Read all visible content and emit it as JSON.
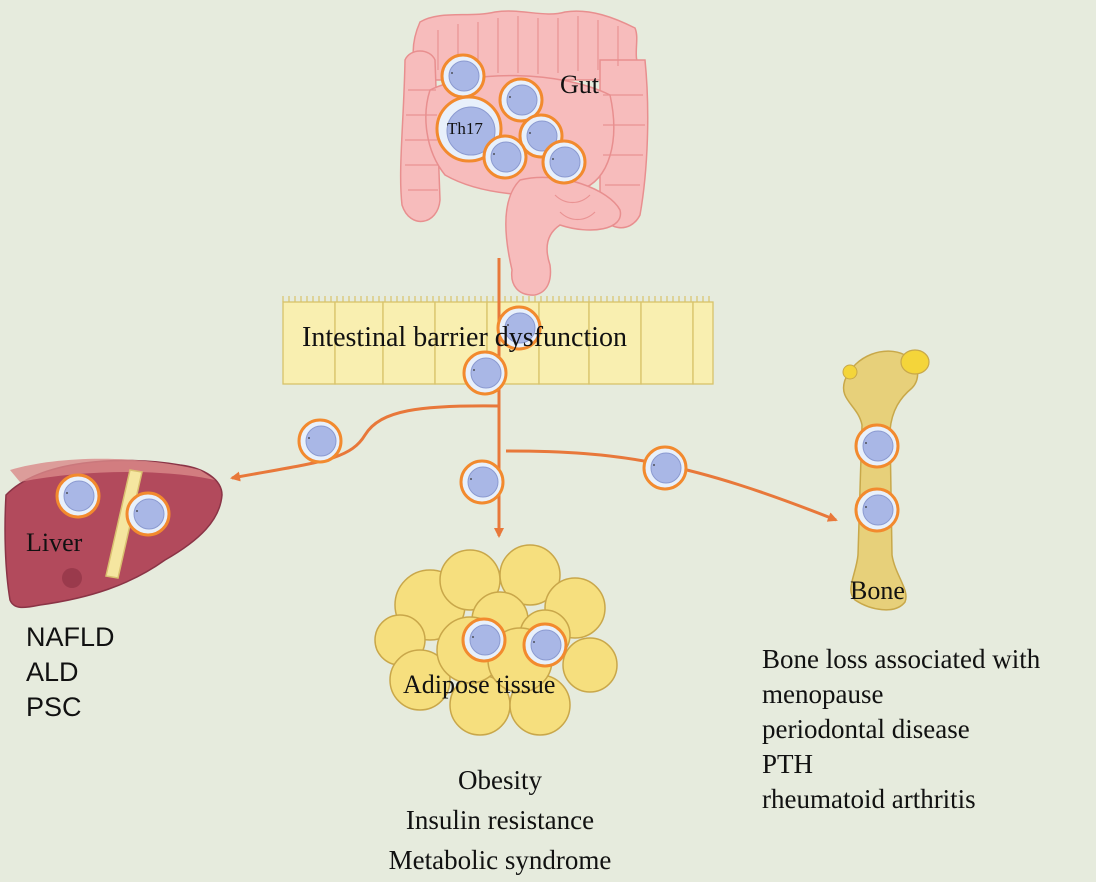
{
  "labels": {
    "gut": "Gut",
    "th17": "Th17",
    "barrier": "Intestinal barrier dysfunction",
    "liver": "Liver",
    "adipose": "Adipose tissue",
    "bone": "Bone"
  },
  "liver_diseases": [
    "NAFLD",
    "ALD",
    "PSC"
  ],
  "adipose_diseases": [
    "Obesity",
    "Insulin resistance",
    "Metabolic syndrome"
  ],
  "bone_diseases": [
    "Bone loss associated with",
    "menopause",
    "periodontal disease",
    "PTH",
    "rheumatoid arthritis"
  ],
  "colors": {
    "background": "#e6ebdd",
    "arrow": "#e8783a",
    "gut": "#f7bcbc",
    "gut_outline": "#e88f8f",
    "barrier_cell": "#f9efb0",
    "liver": "#b24a5c",
    "adipocyte": "#f6df7e",
    "bone": "#e7d07a",
    "cell_ring": "#f28a2e",
    "cell_nucleus": "#a9b7e6"
  }
}
